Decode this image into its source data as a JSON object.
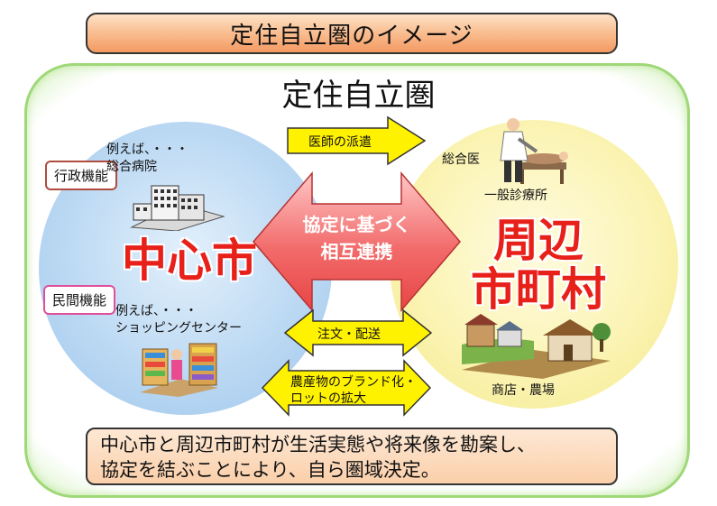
{
  "header": {
    "title": "定住自立圏のイメージ"
  },
  "area": {
    "title": "定住自立圏"
  },
  "central_city": {
    "name": "中心市",
    "admin_function": "行政機能",
    "private_function": "民間機能",
    "example_1_line1": "例えば、・・・",
    "example_1_line2": "総合病院",
    "example_2_line1": "例えば、・・・",
    "example_2_line2": "ショッピングセンター"
  },
  "surrounding": {
    "name_line1": "周辺",
    "name_line2": "市町村",
    "doctor_label": "総合医",
    "clinic_label": "一般診療所",
    "shop_label": "商店・農場"
  },
  "arrows": {
    "doctor_dispatch": "医師の派遣",
    "agreement_line1": "協定に基づく",
    "agreement_line2": "相互連携",
    "order_delivery": "注文・配送",
    "branding_line1": "農産物のブランド化・",
    "branding_line2": "ロットの拡大"
  },
  "footer": {
    "line1": "中心市と周辺市町村が生活実態や将来像を勘案し、",
    "line2": "協定を結ぶことにより、自ら圏域決定。"
  },
  "colors": {
    "central_circle": "#bcd9f3",
    "surrounding_circle": "#fbf4b5",
    "city_name": "#e8201a",
    "yellow_arrow": "#fff200",
    "red_arrow": "#f26b6b",
    "frame_border": "#9fd878"
  }
}
